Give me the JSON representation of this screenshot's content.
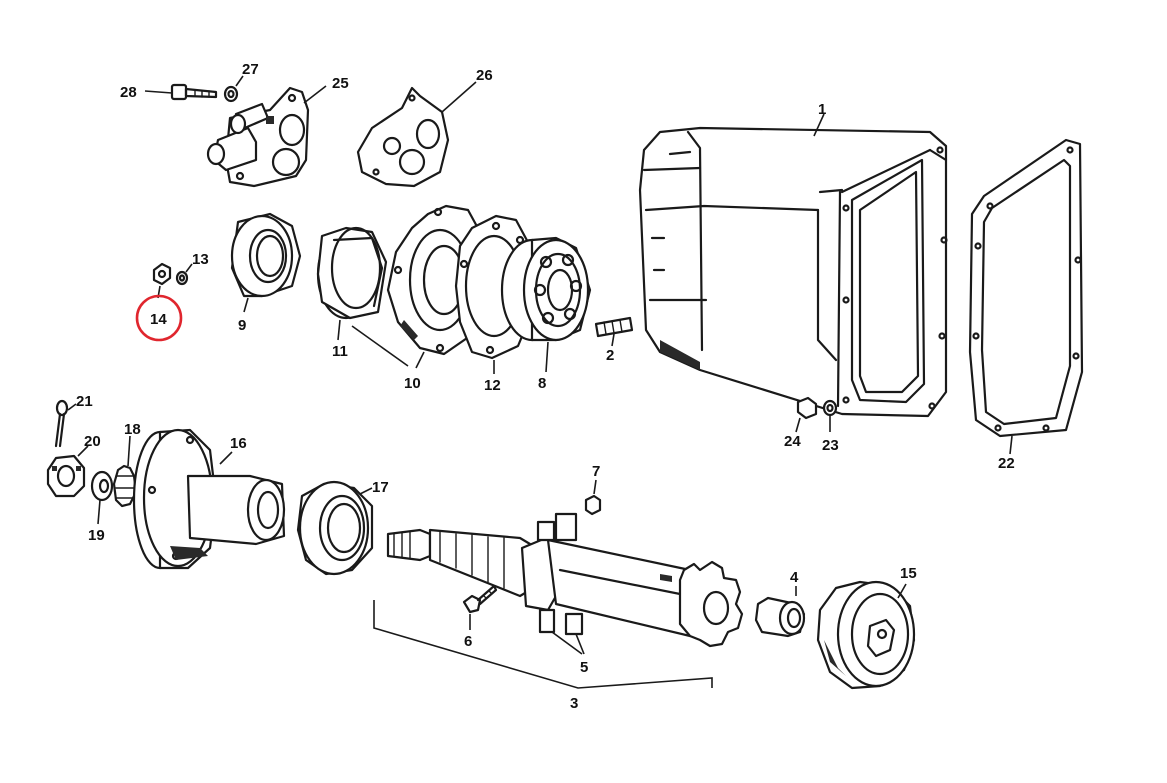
{
  "diagram": {
    "highlight_color": "#e0262e",
    "ink_color": "#1a1a1a",
    "parts": [
      {
        "id": "1",
        "label": "1"
      },
      {
        "id": "2",
        "label": "2"
      },
      {
        "id": "3",
        "label": "3"
      },
      {
        "id": "4",
        "label": "4"
      },
      {
        "id": "5",
        "label": "5"
      },
      {
        "id": "6",
        "label": "6"
      },
      {
        "id": "7",
        "label": "7"
      },
      {
        "id": "8",
        "label": "8"
      },
      {
        "id": "9",
        "label": "9"
      },
      {
        "id": "10",
        "label": "10"
      },
      {
        "id": "11",
        "label": "11"
      },
      {
        "id": "12",
        "label": "12"
      },
      {
        "id": "13",
        "label": "13"
      },
      {
        "id": "14",
        "label": "14",
        "highlighted": true
      },
      {
        "id": "15",
        "label": "15"
      },
      {
        "id": "16",
        "label": "16"
      },
      {
        "id": "17",
        "label": "17"
      },
      {
        "id": "18",
        "label": "18"
      },
      {
        "id": "19",
        "label": "19"
      },
      {
        "id": "20",
        "label": "20"
      },
      {
        "id": "21",
        "label": "21"
      },
      {
        "id": "22",
        "label": "22"
      },
      {
        "id": "23",
        "label": "23"
      },
      {
        "id": "24",
        "label": "24"
      },
      {
        "id": "25",
        "label": "25"
      },
      {
        "id": "26",
        "label": "26"
      },
      {
        "id": "27",
        "label": "27"
      },
      {
        "id": "28",
        "label": "28"
      }
    ]
  }
}
